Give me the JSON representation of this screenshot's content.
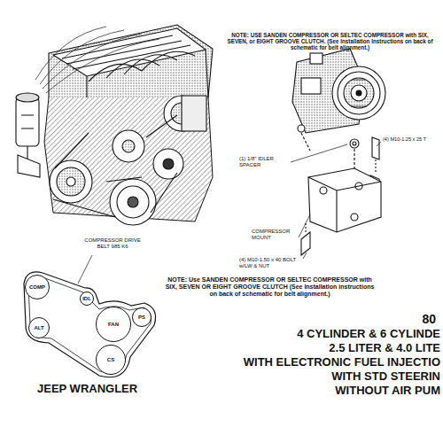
{
  "diagram": {
    "title": "JEEP WRANGLER",
    "nodes": [
      {
        "text": [
          "COMP"
        ]
      },
      {
        "text": [
          "IDL"
        ]
      },
      {
        "text": [
          "ALT"
        ]
      },
      {
        "text": [
          "FAN"
        ]
      },
      {
        "text": [
          "PS"
        ]
      },
      {
        "text": [
          "CS"
        ]
      }
    ],
    "labels": [
      "NOTE: USE SANDEN COMPRESSOR OR SELTEC COMPRESSOR with SIX, SEVEN, or EIGHT GROOVE CLUTCH. (See Installation Instructions on back of schematic for belt alignment.)",
      "(4) M10-1.25 x 25 T",
      "(1) 1/8\" IDLER SPACER",
      "COMPRESSOR MOUNT",
      "(4) M10-1.50 x 40 BOLT w/LW & NUT",
      "COMPRESSOR DRIVE BELT 985 K6",
      "NOTE: Use SANDEN COMPRESSOR OR SELTEC COMPRESSOR with SIX, SEVEN OR EIGHT GROOVE CLUTCH (See Installation instructions on back of schematic for belt alignment.)",
      "80",
      "4 CYLINDER & 6 CYLINDE",
      "2.5 LITER & 4.0 LITE",
      "WITH ELECTRONIC FUEL INJECTIO",
      "WITH STD STEERIN",
      "WITHOUT AIR PUM"
    ]
  }
}
